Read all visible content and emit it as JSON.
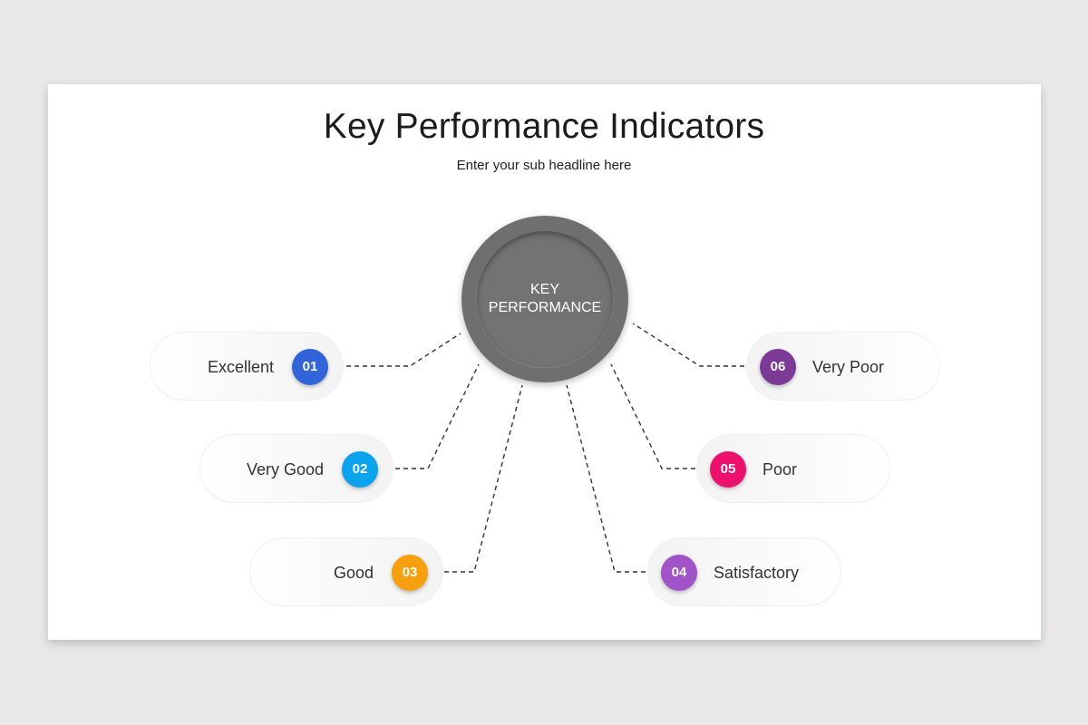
{
  "header": {
    "title": "Key Performance Indicators",
    "subtitle": "Enter your sub headline here"
  },
  "hub": {
    "line1": "KEY",
    "line2": "PERFORMANCE",
    "color": "#6f6f6f"
  },
  "indicators": [
    {
      "number": "01",
      "label": "Excellent",
      "color": "#3164d9"
    },
    {
      "number": "02",
      "label": "Very Good",
      "color": "#0aa4ee"
    },
    {
      "number": "03",
      "label": "Good",
      "color": "#f7a00b"
    },
    {
      "number": "04",
      "label": "Satisfactory",
      "color": "#a054c8"
    },
    {
      "number": "05",
      "label": "Poor",
      "color": "#ef0f6d"
    },
    {
      "number": "06",
      "label": "Very Poor",
      "color": "#7a3a96"
    }
  ]
}
